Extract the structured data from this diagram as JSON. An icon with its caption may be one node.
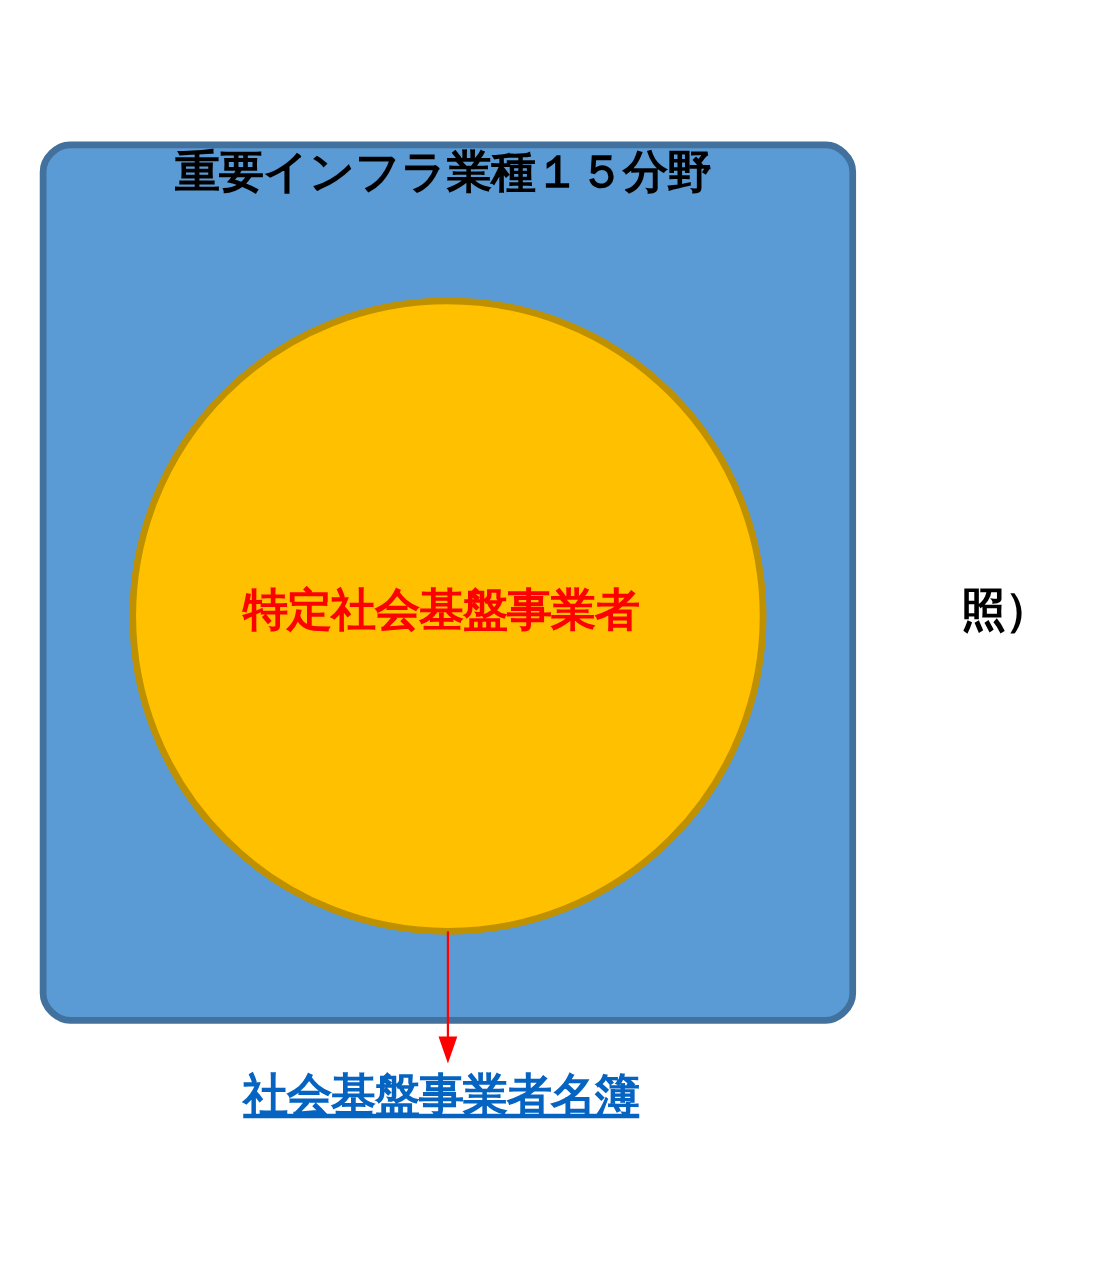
{
  "diagram": {
    "nodes": [
      {
        "text": [
          "重要インフラ業種１５分野"
        ]
      },
      {
        "text": [
          "特定社会基盤事業者"
        ],
        "in": 0
      },
      {
        "text": [
          "社会基盤事業者名簿"
        ]
      }
    ],
    "edges": [
      {
        "from": 1,
        "to": 2,
        "arrow": "to",
        "color": "#ff0000"
      }
    ],
    "labels": [
      "照）"
    ]
  }
}
